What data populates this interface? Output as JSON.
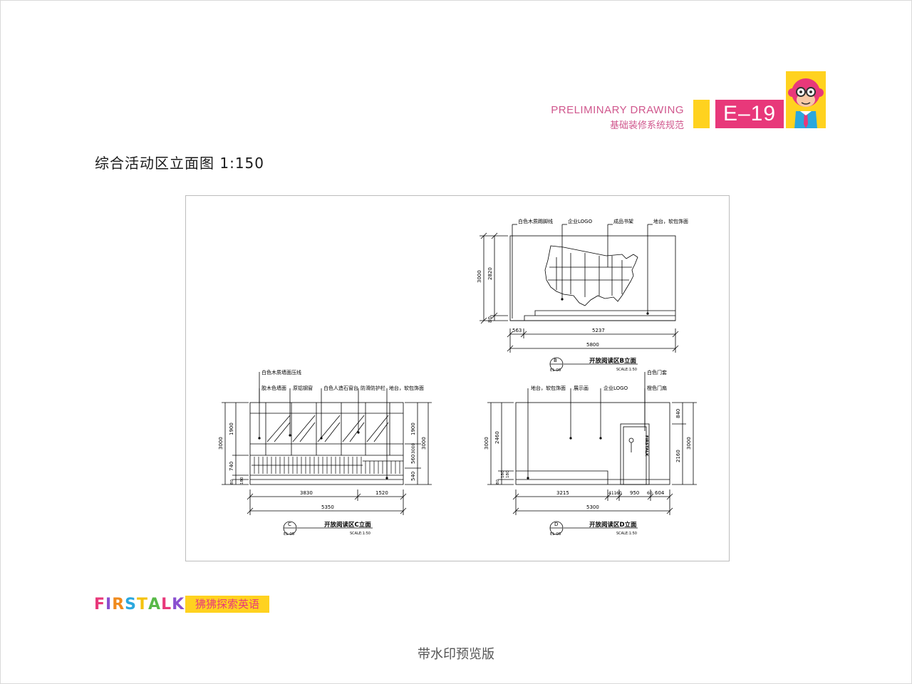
{
  "header": {
    "title_en": "PRELIMINARY DRAWING",
    "title_zh": "基础装修系统规范",
    "code": "E–19",
    "accent_color": "#e8387a",
    "secondary_color": "#ffd21f",
    "text_color": "#d0578d"
  },
  "page_title": "综合活动区立面图 1:150",
  "drawing": {
    "view_b": {
      "labels": [
        "白色木质踢脚线",
        "企业LOGO",
        "成品书架",
        "地台，软包饰面"
      ],
      "dims_vertical": [
        "3000",
        "2820",
        "80"
      ],
      "dims_horizontal": [
        "563",
        "5237",
        "5800"
      ],
      "marker_letter": "B",
      "marker_ref": "EL-05",
      "caption": "开放阅读区B立面",
      "scale": "SCALE:1:50"
    },
    "view_c": {
      "labels": [
        "白色木质墙面压线",
        "胶木色墙面",
        "原铝钢窗",
        "白色人造石窗台",
        "防滑防护栏",
        "地台，软包饰面"
      ],
      "dims_vertical_left": [
        "3000",
        "1900",
        "740",
        "80",
        "180"
      ],
      "dims_vertical_right": [
        "1900",
        "560",
        "540",
        "3000",
        "3000"
      ],
      "dims_horizontal": [
        "3830",
        "1520",
        "5350"
      ],
      "marker_letter": "C",
      "marker_ref": "EL-05",
      "caption": "开放阅读区C立面",
      "scale": "SCALE:1:50"
    },
    "view_d": {
      "labels": [
        "地台，软包饰面",
        "展示画",
        "企业LOGO",
        "白色门套",
        "橙色门扇"
      ],
      "dims_vertical_left": [
        "3000",
        "2460",
        "80",
        "180",
        "180"
      ],
      "dims_vertical_right": [
        "840",
        "2160",
        "3000"
      ],
      "dims_horizontal": [
        "3215",
        "411",
        "60",
        "950",
        "60",
        "604",
        "5300"
      ],
      "door_text": "FIRSTALK",
      "marker_letter": "D",
      "marker_ref": "EL-05",
      "caption": "开放阅读区D立面",
      "scale": "SCALE:1:50"
    }
  },
  "footer": {
    "brand_letters": [
      "F",
      "I",
      "R",
      "S",
      "T",
      "A",
      "L",
      "K"
    ],
    "brand_colors": [
      "#e8387a",
      "#8a4fd0",
      "#f08a1c",
      "#2aa7de",
      "#f4c20d",
      "#57b947",
      "#e8387a",
      "#8a4fd0"
    ],
    "brand_tagline": "狒狒探索英语",
    "watermark": "带水印预览版"
  }
}
